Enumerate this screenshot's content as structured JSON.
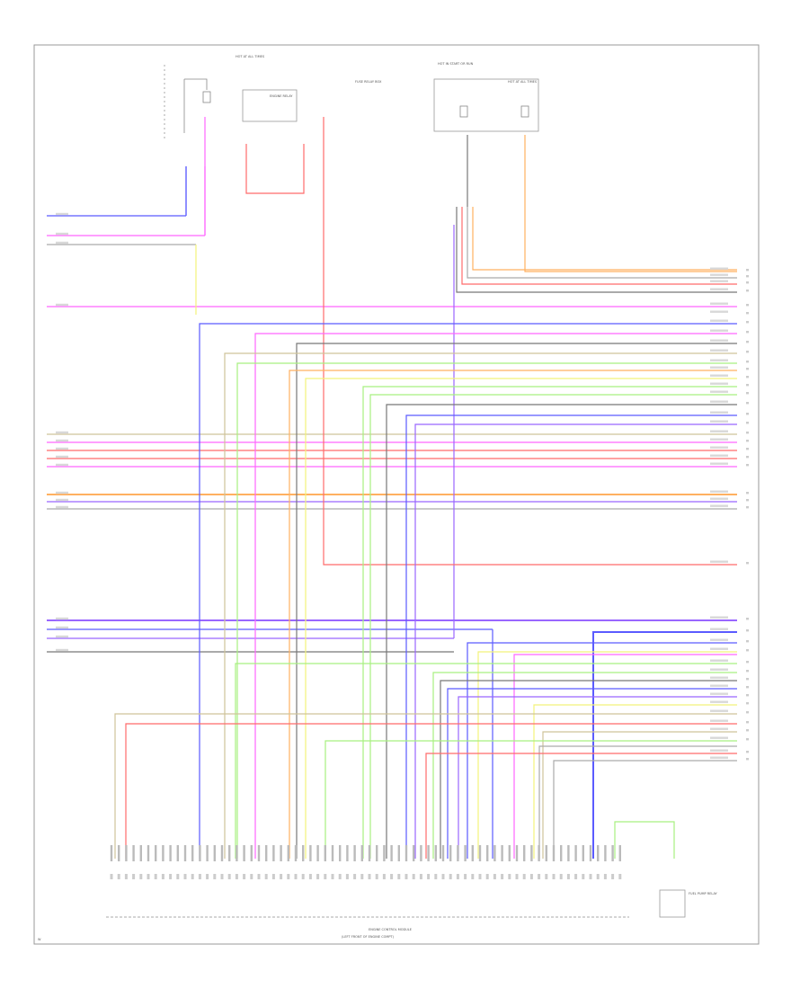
{
  "diagram": {
    "frame": "wiring-diagram",
    "colors": {
      "blue": "#5b5bff",
      "pink": "#ff66ff",
      "gray": "#aaaaaa",
      "yellow": "#f2f27a",
      "tan": "#cfc39a",
      "red": "#ff6b6b",
      "orange": "#ffb060",
      "green": "#a8f080",
      "violet": "#9966ff",
      "darkgray": "#777777"
    },
    "fuse_box_1": {
      "label": "HOT AT ALL TIMES"
    },
    "fuse_box_2": {
      "label": "HOT IN START OR RUN"
    },
    "fuse_box_3": {
      "label": "HOT AT ALL TIMES"
    },
    "relay_label": "ENGINE RELAY",
    "fuse_panel_label": "FUSE RELAY BOX",
    "ecm_label_line1": "ENGINE CONTROL MODULE",
    "ecm_label_line2": "(LEFT FRONT OF ENGINE COMPT)",
    "sensor_label": "FUEL PUMP RELAY",
    "page_marker": "W"
  }
}
